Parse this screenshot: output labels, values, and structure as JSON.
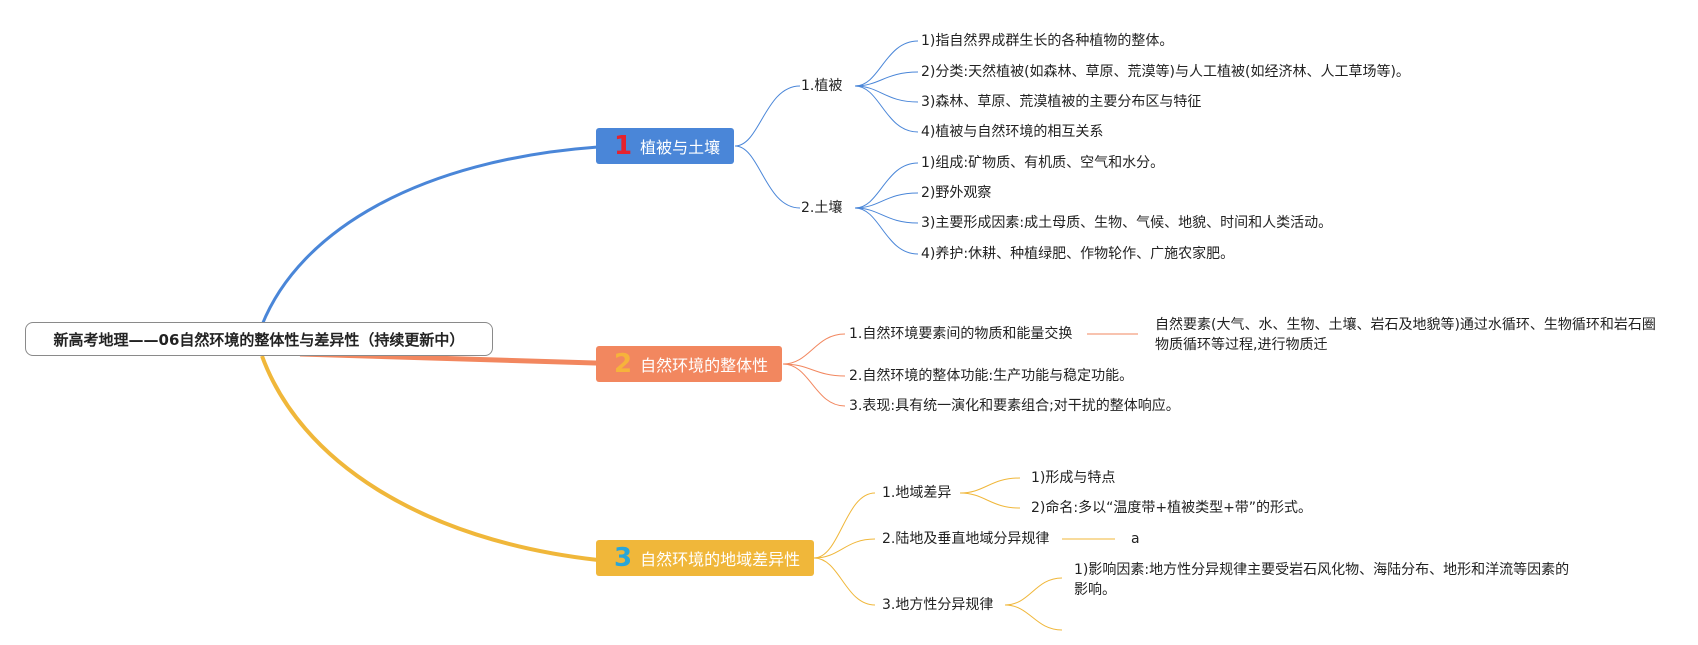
{
  "colors": {
    "blue": "#4a86d8",
    "orange": "#f2875f",
    "yellow": "#f0b73a"
  },
  "root": {
    "title": "新高考地理——06自然环境的整体性与差异性（持续更新中）"
  },
  "branch1": {
    "num": "1",
    "num_color": "#e5232e",
    "label": "植被与土壤",
    "sub1": {
      "label": "1.植被",
      "items": [
        "1)指自然界成群生长的各种植物的整体。",
        "2)分类:天然植被(如森林、草原、荒漠等)与人工植被(如经济林、人工草场等)。",
        "3)森林、草原、荒漠植被的主要分布区与特征",
        "4)植被与自然环境的相互关系"
      ]
    },
    "sub2": {
      "label": "2.土壤",
      "items": [
        "1)组成:矿物质、有机质、空气和水分。",
        "2)野外观察",
        "3)主要形成因素:成土母质、生物、气候、地貌、时间和人类活动。",
        "4)养护:休耕、种植绿肥、作物轮作、广施农家肥。"
      ]
    }
  },
  "branch2": {
    "num": "2",
    "num_color": "#f6b33b",
    "label": "自然环境的整体性",
    "sub1": {
      "label": "1.自然环境要素间的物质和能量交换",
      "note_line1": "自然要素(大气、水、生物、土壤、岩石及地貌等)通过水循环、生物循环和岩石圈",
      "note_line2": "物质循环等过程,进行物质迁"
    },
    "sub2": {
      "label": "2.自然环境的整体功能:生产功能与稳定功能。"
    },
    "sub3": {
      "label": "3.表现:具有统一演化和要素组合;对干扰的整体响应。"
    }
  },
  "branch3": {
    "num": "3",
    "num_color": "#2aa6d8",
    "label": "自然环境的地域差异性",
    "sub1": {
      "label": "1.地域差异",
      "items": [
        "1)形成与特点",
        "2)命名:多以“温度带+植被类型+带”的形式。"
      ]
    },
    "sub2": {
      "label": "2.陆地及垂直地域分异规律",
      "note": "a"
    },
    "sub3": {
      "label": "3.地方性分异规律",
      "item_line1": "1)影响因素:地方性分异规律主要受岩石风化物、海陆分布、地形和洋流等因素的",
      "item_line2": "影响。"
    }
  }
}
